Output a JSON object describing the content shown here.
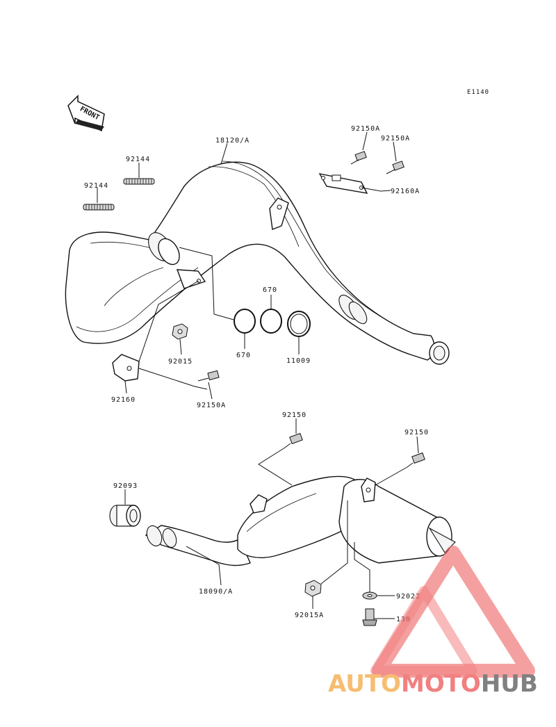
{
  "diagram": {
    "code": "E1140",
    "front_label": "FRONT",
    "labels": {
      "p18120": "18120/A",
      "p92150A_top1": "92150A",
      "p92150A_top2": "92150A",
      "p92160A": "92160A",
      "p92144_1": "92144",
      "p92144_2": "92144",
      "p670_a": "670",
      "p670_b": "670",
      "p11009": "11009",
      "p92015": "92015",
      "p92160": "92160",
      "p92150A_bot": "92150A",
      "p92150_1": "92150",
      "p92150_2": "92150",
      "p92093": "92093",
      "p18090": "18090/A",
      "p92015A": "92015A",
      "p92022": "92022",
      "p130": "130"
    }
  },
  "watermark": {
    "part1": "AUTO",
    "part2": "MOTO",
    "part3": "HUB",
    "colors": {
      "auto": "#f5b25a",
      "moto": "#ef6b6b",
      "hub": "#6b6b6b",
      "triangle": "#ef6b6b"
    }
  }
}
